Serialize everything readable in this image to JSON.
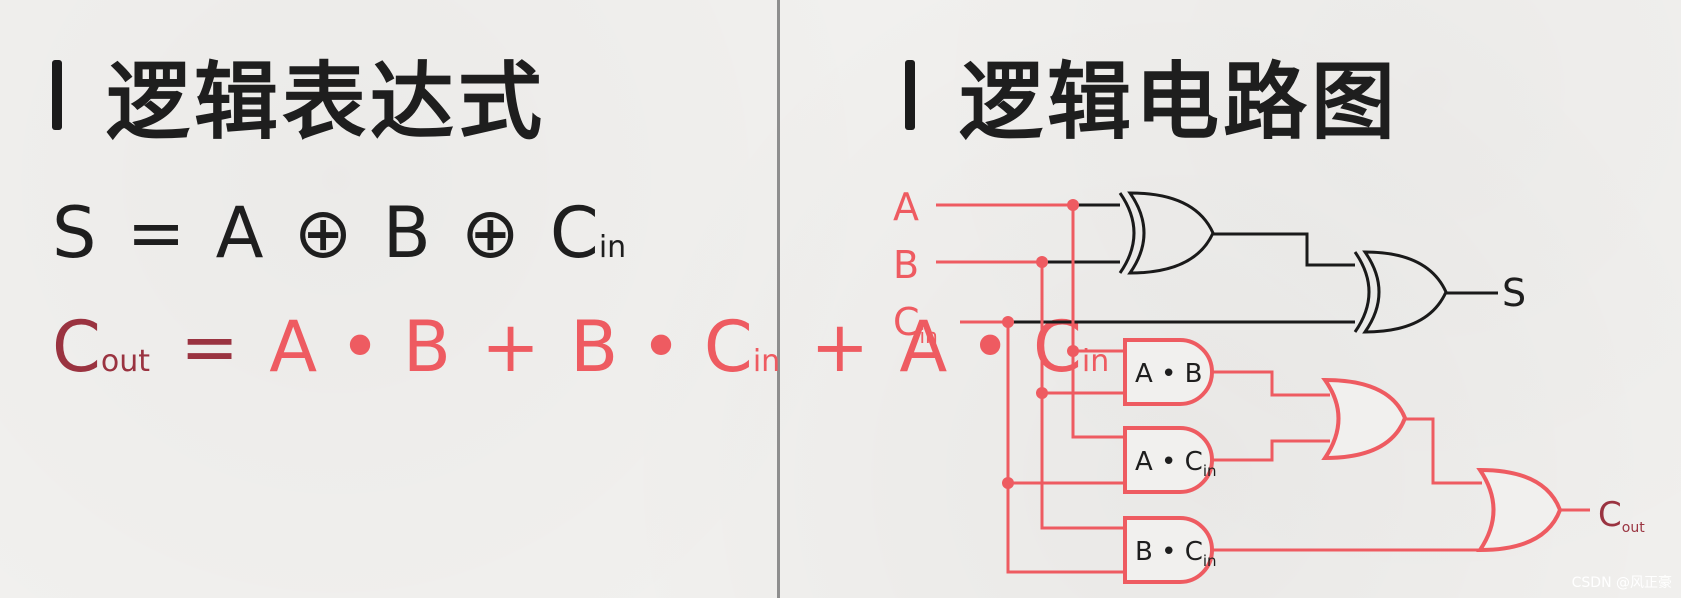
{
  "left_panel": {
    "title": "逻辑表达式",
    "sum_expression": {
      "lhs": "S",
      "eq": "=",
      "terms": [
        "A",
        "⊕",
        "B",
        "⊕",
        "C"
      ],
      "last_sub": "in"
    },
    "carry_expression": {
      "lhs": "C",
      "lhs_sub": "out",
      "eq": "=",
      "t1": "A • B",
      "plus1": "+",
      "t2": "B • C",
      "t2_sub": "in",
      "plus2": "+",
      "t3": "A • C",
      "t3_sub": "in"
    }
  },
  "right_panel": {
    "title": "逻辑电路图",
    "inputs": {
      "a": "A",
      "b": "B",
      "cin": "C",
      "cin_sub": "in"
    },
    "gates": {
      "and_ab": "A • B",
      "and_ac": "A • C",
      "and_ac_sub": "in",
      "and_bc": "B • C",
      "and_bc_sub": "in"
    },
    "outputs": {
      "s": "S",
      "cout": "C",
      "cout_sub": "out"
    }
  },
  "watermark": "CSDN @风正豪",
  "colors": {
    "black_wire": "#1a1a1a",
    "red_wire": "#ee5b61",
    "dark_red": "#9a3340",
    "background": "#f1f0ee"
  }
}
